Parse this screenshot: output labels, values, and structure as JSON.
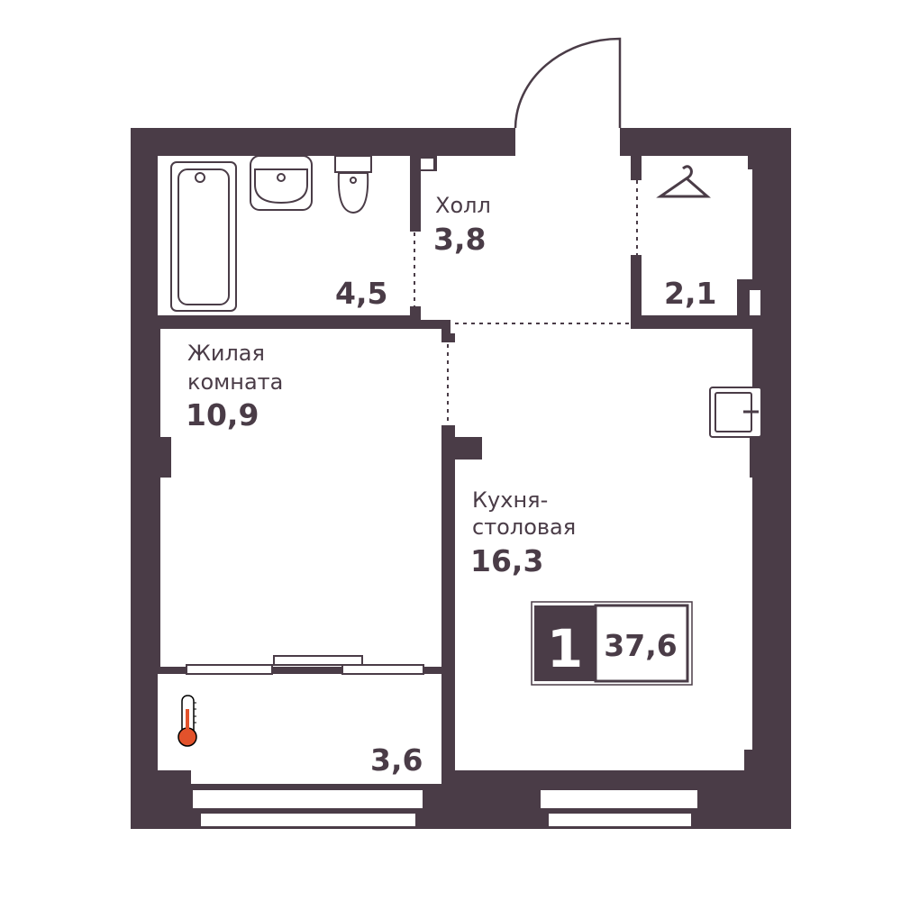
{
  "plan": {
    "rooms": {
      "hall": {
        "name": "Холл",
        "area": "3,8"
      },
      "bathroom": {
        "area": "4,5"
      },
      "closet": {
        "area": "2,1"
      },
      "living": {
        "name_line1": "Жилая",
        "name_line2": "комната",
        "area": "10,9"
      },
      "kitchen": {
        "name_line1": "Кухня-",
        "name_line2": "столовая",
        "area": "16,3"
      },
      "balcony": {
        "area": "3,6"
      }
    },
    "summary": {
      "rooms_count": "1",
      "total_area": "37,6"
    },
    "colors": {
      "wall": "#4a3c47",
      "thermometer": "#e2522b"
    }
  }
}
